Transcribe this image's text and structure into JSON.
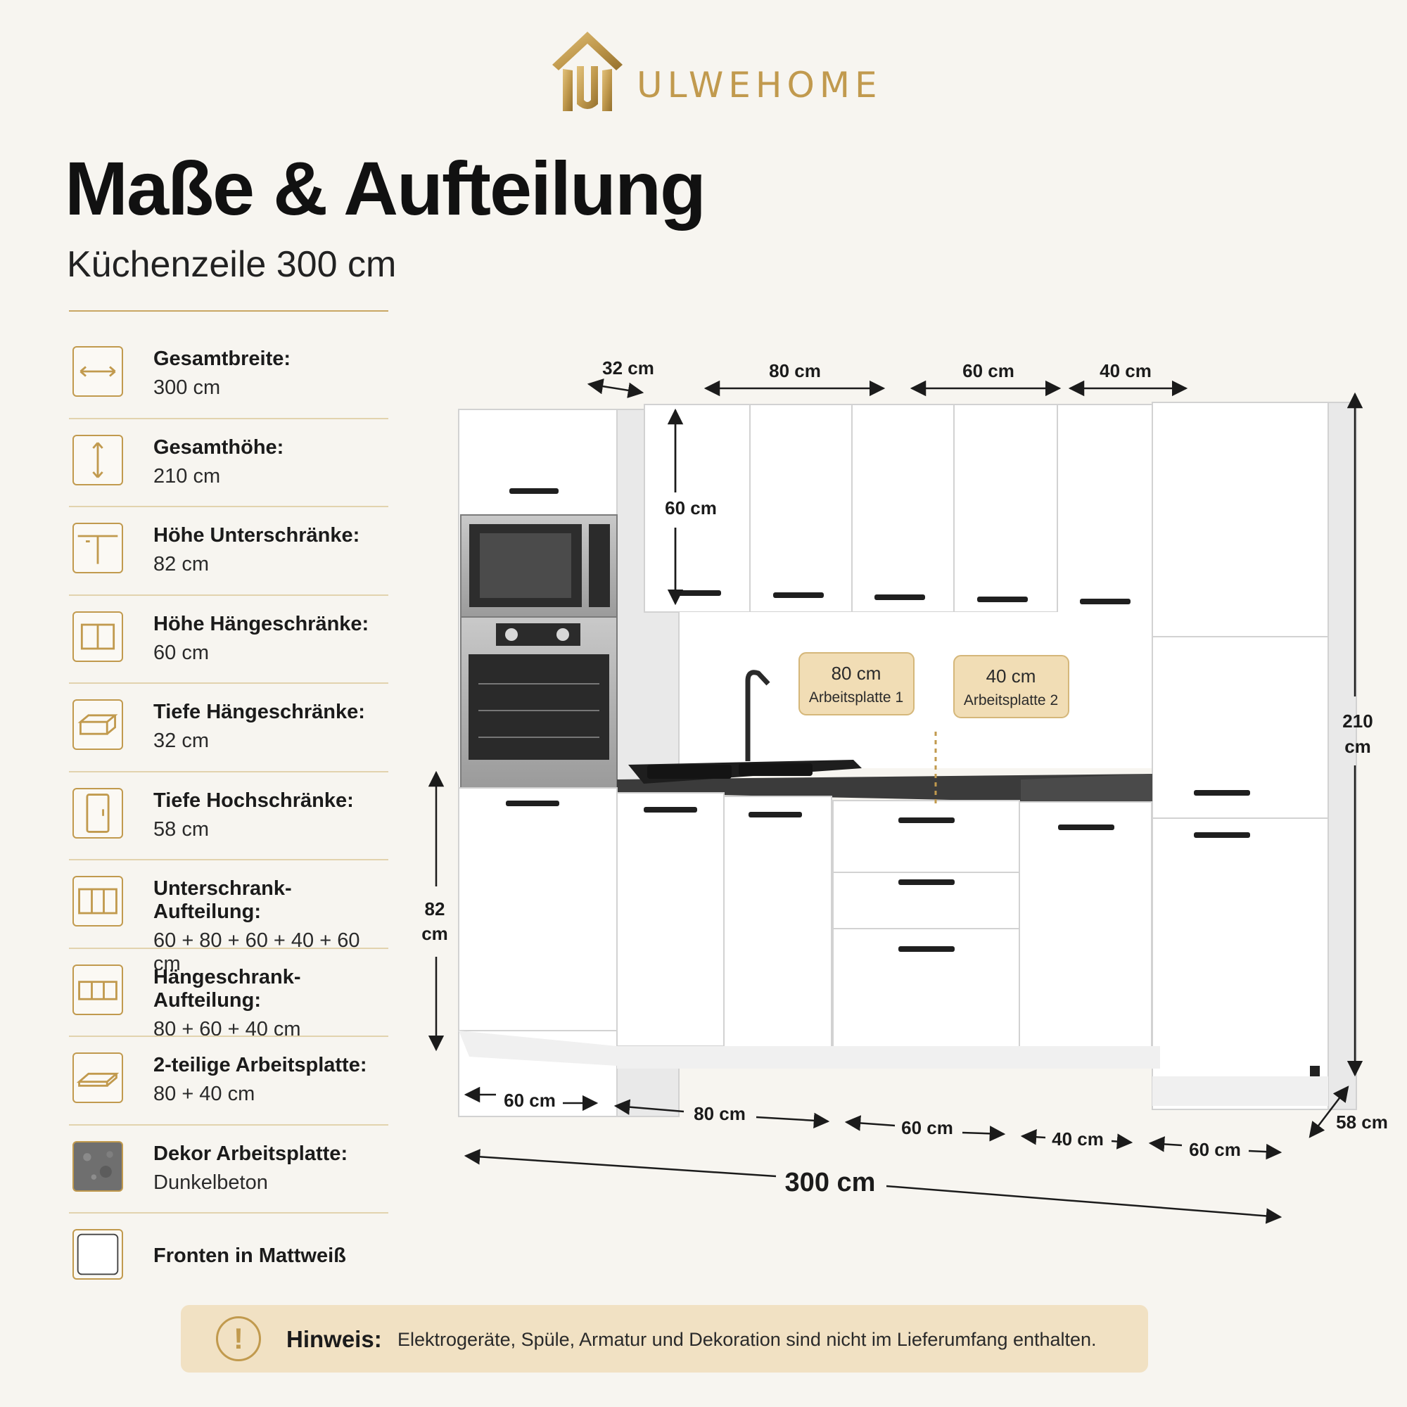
{
  "brand": {
    "name": "ULWEHOME",
    "gold": "#c19a4e"
  },
  "header": {
    "title": "Maße & Aufteilung",
    "subtitle": "Küchenzeile 300 cm"
  },
  "specs": [
    {
      "icon": "width-arrows-icon",
      "label": "Gesamtbreite:",
      "value": "300 cm"
    },
    {
      "icon": "height-arrows-icon",
      "label": "Gesamthöhe:",
      "value": "210 cm"
    },
    {
      "icon": "base-cabinet-icon",
      "label": "Höhe Unterschränke:",
      "value": "82 cm"
    },
    {
      "icon": "wall-cabinet-icon",
      "label": "Höhe Hängeschränke:",
      "value": "60 cm"
    },
    {
      "icon": "shelf-depth-icon",
      "label": "Tiefe Hängeschränke:",
      "value": "32 cm"
    },
    {
      "icon": "tall-cabinet-icon",
      "label": "Tiefe Hochschränke:",
      "value": "58 cm"
    },
    {
      "icon": "base-division-icon",
      "label": "Unterschrank-Aufteilung:",
      "value": "60 + 80 + 60 + 40 + 60 cm"
    },
    {
      "icon": "wall-division-icon",
      "label": "Hängeschrank-Aufteilung:",
      "value": "80 + 60 + 40 cm"
    },
    {
      "icon": "worktop-icon",
      "label": "2-teilige Arbeitsplatte:",
      "value": "80 + 40 cm"
    },
    {
      "icon": "concrete-swatch-icon",
      "label": "Dekor Arbeitsplatte:",
      "value": "Dunkelbeton"
    },
    {
      "icon": "white-swatch-icon",
      "label": "Fronten in Mattweiß",
      "value": ""
    }
  ],
  "drawing": {
    "top_dims": {
      "depth": "32 cm",
      "w80": "80 cm",
      "w60": "60 cm",
      "w40": "40 cm"
    },
    "wall_height": "60 cm",
    "base_height": [
      "82",
      "cm"
    ],
    "total_height": [
      "210",
      "cm"
    ],
    "tall_depth": "58 cm",
    "bottom_dims": [
      "60 cm",
      "80 cm",
      "60 cm",
      "40 cm",
      "60 cm"
    ],
    "total_width": "300 cm",
    "callouts": [
      {
        "title": "80 cm",
        "sub": "Arbeitsplatte 1"
      },
      {
        "title": "40 cm",
        "sub": "Arbeitsplatte 2"
      }
    ],
    "callout_bg": "#f1ddb5",
    "worktop_color": "#3b3b3b"
  },
  "note": {
    "icon": "!",
    "label": "Hinweis:",
    "text": "Elektrogeräte, Spüle, Armatur und Dekoration sind nicht im Lieferumfang enthalten."
  }
}
